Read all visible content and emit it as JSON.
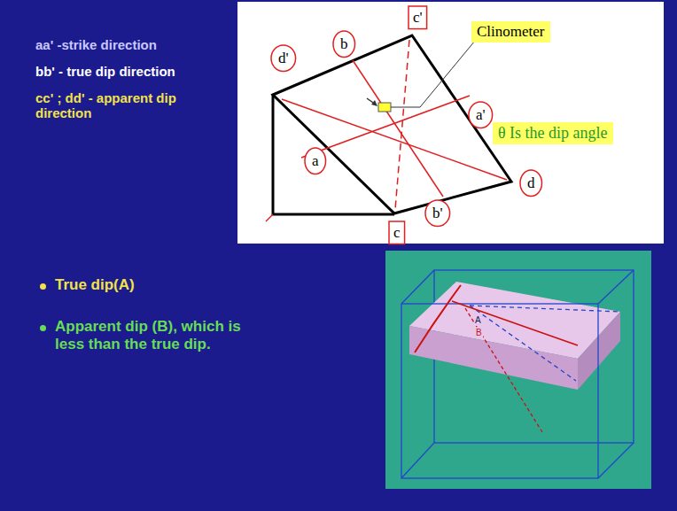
{
  "diagram": {
    "nodes": [
      {
        "text": [
          "Clinometer"
        ]
      },
      {
        "text": [
          "θ Is the dip angle"
        ]
      }
    ],
    "labels": [
      "aa' -strike direction",
      "bb' - true dip direction",
      "cc' ; dd' - apparent dip direction",
      "d'",
      "b",
      "c'",
      "a'",
      "d",
      "b'",
      "a",
      "c",
      "True dip(A)",
      "Apparent dip (B), which is less than the true dip.",
      "A",
      "B"
    ]
  }
}
